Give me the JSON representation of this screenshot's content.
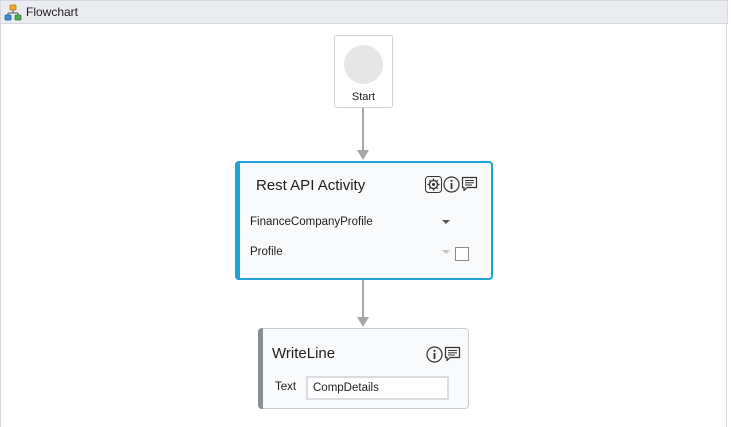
{
  "header": {
    "title": "Flowchart",
    "icon": "flowchart-icon"
  },
  "start_node": {
    "label": "Start"
  },
  "rest_activity": {
    "title": "Rest API Activity",
    "icons": [
      "settings-gear-icon",
      "info-icon",
      "comment-icon"
    ],
    "company_field": {
      "value": "FinanceCompanyProfile"
    },
    "profile_field": {
      "value": "Profile",
      "checked": false
    },
    "accent_color": "#1fa3d4"
  },
  "writeline": {
    "title": "WriteLine",
    "icons": [
      "info-icon",
      "comment-icon"
    ],
    "text_label": "Text",
    "text_value": "CompDetails",
    "accent_color": "#8a8d92"
  },
  "colors": {
    "connector": "#a8a8a8",
    "selected_border": "#1fa3d4"
  }
}
